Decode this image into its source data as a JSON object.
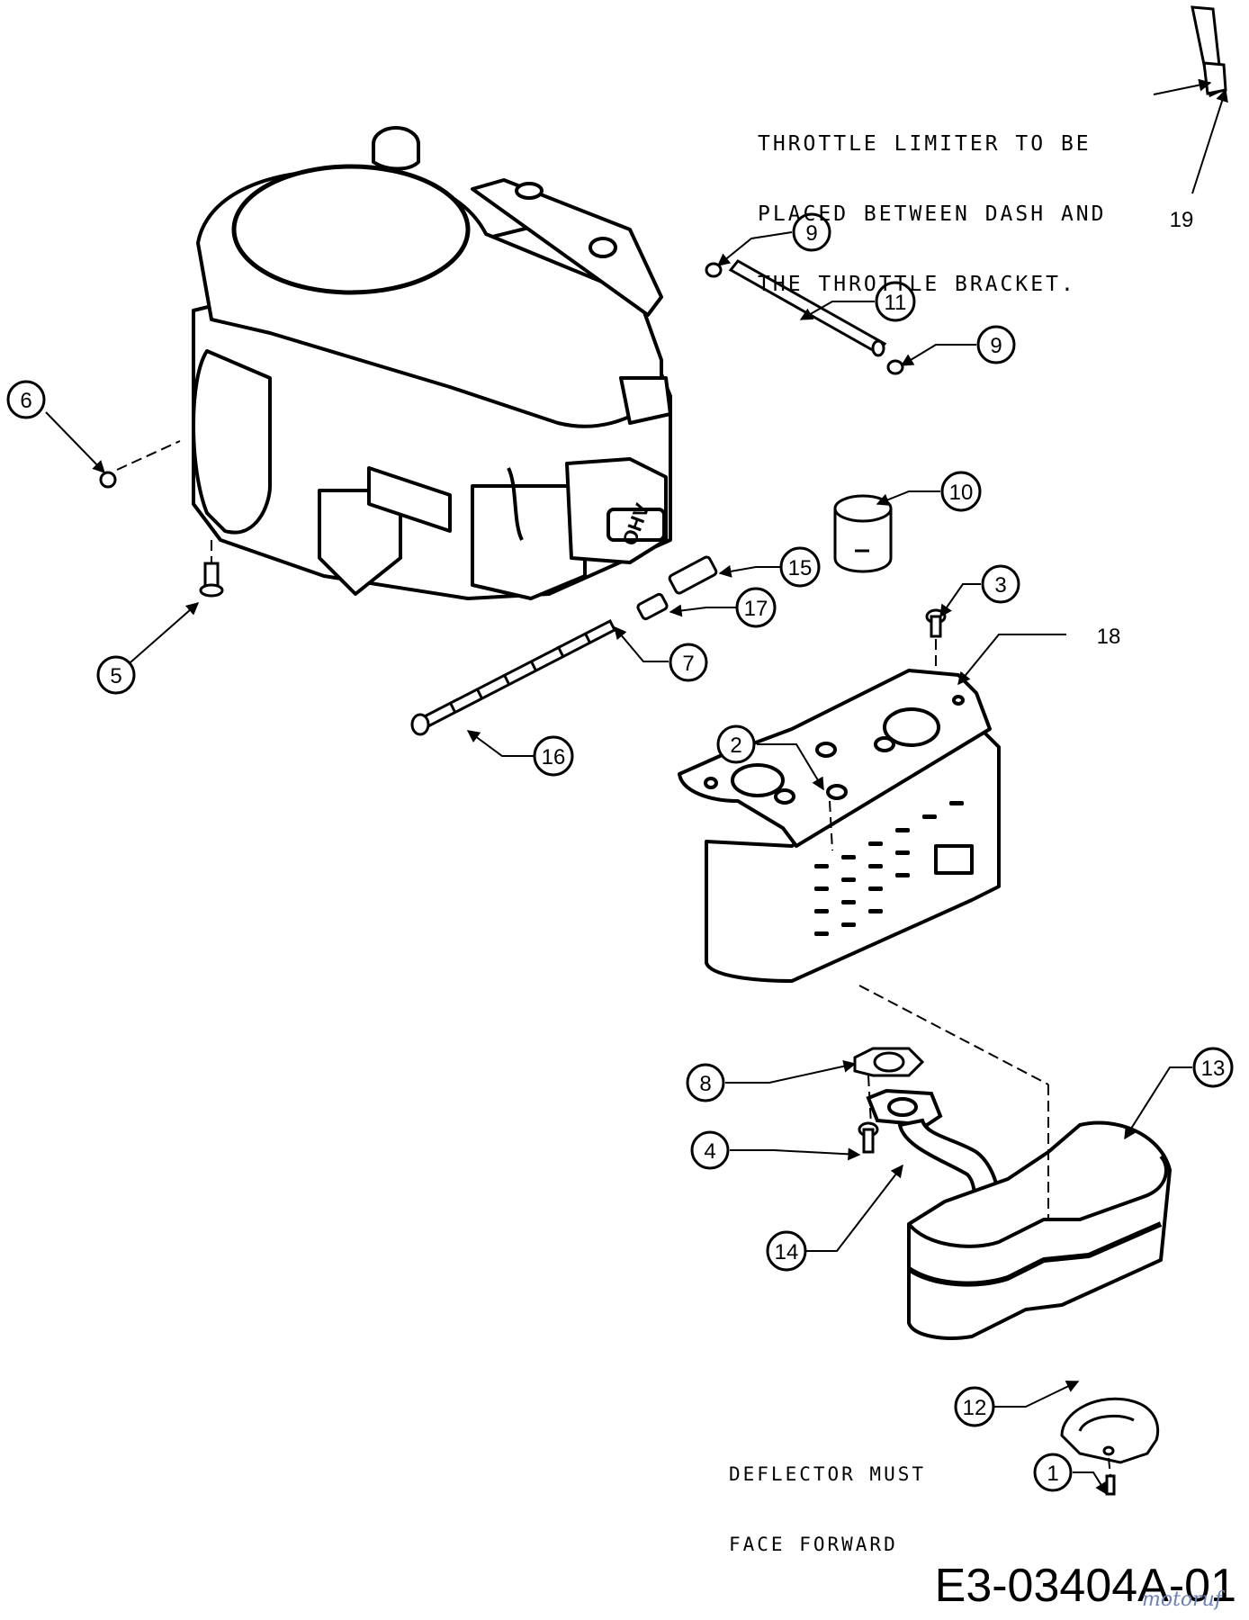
{
  "notes": {
    "throttle": [
      "THROTTLE LIMITER TO BE",
      "PLACED BETWEEN DASH AND",
      "THE THROTTLE BRACKET."
    ],
    "deflector": [
      "DEFLECTOR MUST",
      "FACE FORWARD"
    ]
  },
  "engine_label": "OHV",
  "callouts": {
    "c1": "1",
    "c2": "2",
    "c3": "3",
    "c4": "4",
    "c5": "5",
    "c6": "6",
    "c7": "7",
    "c8": "8",
    "c9a": "9",
    "c9b": "9",
    "c10": "10",
    "c11": "11",
    "c12": "12",
    "c13": "13",
    "c14": "14",
    "c15": "15",
    "c16": "16",
    "c17": "17",
    "c18": "18",
    "c19": "19"
  },
  "drawing_code": "E3-03404A-01",
  "watermark": "motoruf"
}
